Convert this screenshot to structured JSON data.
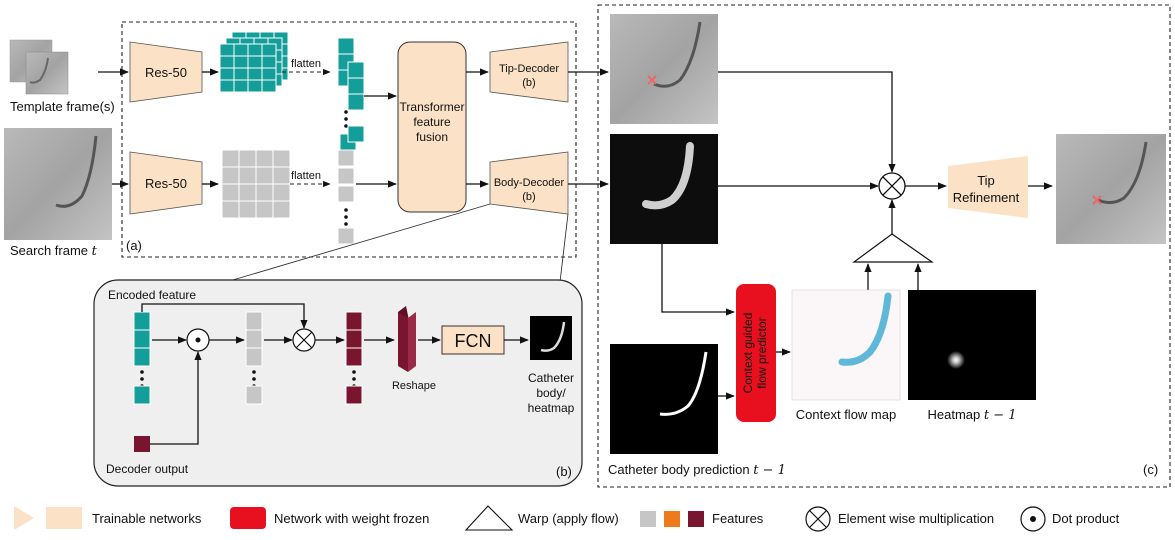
{
  "colors": {
    "trainable": "#fbe2c6",
    "frozen": "#e8101e",
    "teal": "#139e9a",
    "gray_feature": "#c6c6c6",
    "maroon": "#7a1530",
    "orange_feature": "#ee7a1b",
    "panel_b_bg": "#efefef"
  },
  "panel_a": {
    "label": "(a)",
    "template_label": "Template frame(s)",
    "search_label": "Search frame",
    "search_var": "t",
    "encoder_top": "Res-50",
    "encoder_bottom": "Res-50",
    "flatten_top": "flatten",
    "flatten_bottom": "flatten",
    "fusion_line1": "Transformer",
    "fusion_line2": "feature",
    "fusion_line3": "fusion",
    "tip_decoder_line1": "Tip-Decoder",
    "tip_decoder_line2": "(b)",
    "body_decoder_line1": "Body-Decoder",
    "body_decoder_line2": "(b)"
  },
  "panel_b": {
    "label": "(b)",
    "encoded_feature": "Encoded feature",
    "decoder_output": "Decoder output",
    "reshape": "Reshape",
    "fcn": "FCN",
    "output_line1": "Catheter",
    "output_line2": "body/",
    "output_line3": "heatmap"
  },
  "panel_c": {
    "label": "(c)",
    "tip_refinement_line1": "Tip",
    "tip_refinement_line2": "Refinement",
    "flow_predictor_line1": "Context guided",
    "flow_predictor_line2": "flow predictor",
    "context_flow_map": "Context flow map",
    "heatmap_label": "Heatmap",
    "heatmap_var": "t − 1",
    "body_pred_label": "Catheter body prediction",
    "body_pred_var": "t − 1"
  },
  "legend": {
    "trainable": "Trainable networks",
    "frozen": "Network with weight frozen",
    "warp": "Warp (apply flow)",
    "features": "Features",
    "elementwise": "Element wise multiplication",
    "dot": "Dot product"
  }
}
